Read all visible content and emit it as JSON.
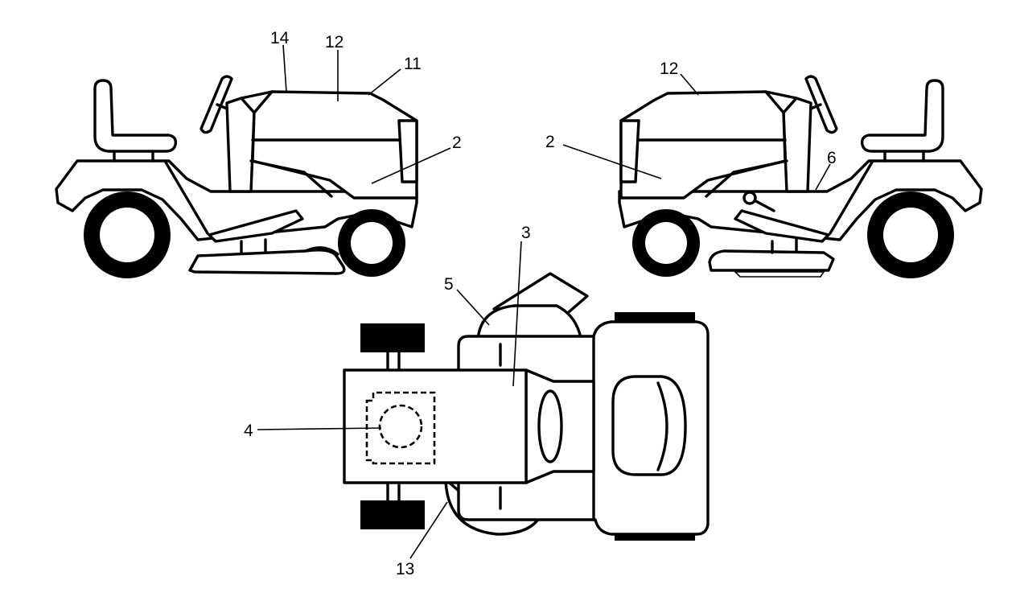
{
  "labels": {
    "l14": "14",
    "l12a": "12",
    "l11": "11",
    "l2a": "2",
    "l12b": "12",
    "l2b": "2",
    "l6": "6",
    "l3": "3",
    "l5": "5",
    "l4": "4",
    "l13": "13"
  }
}
